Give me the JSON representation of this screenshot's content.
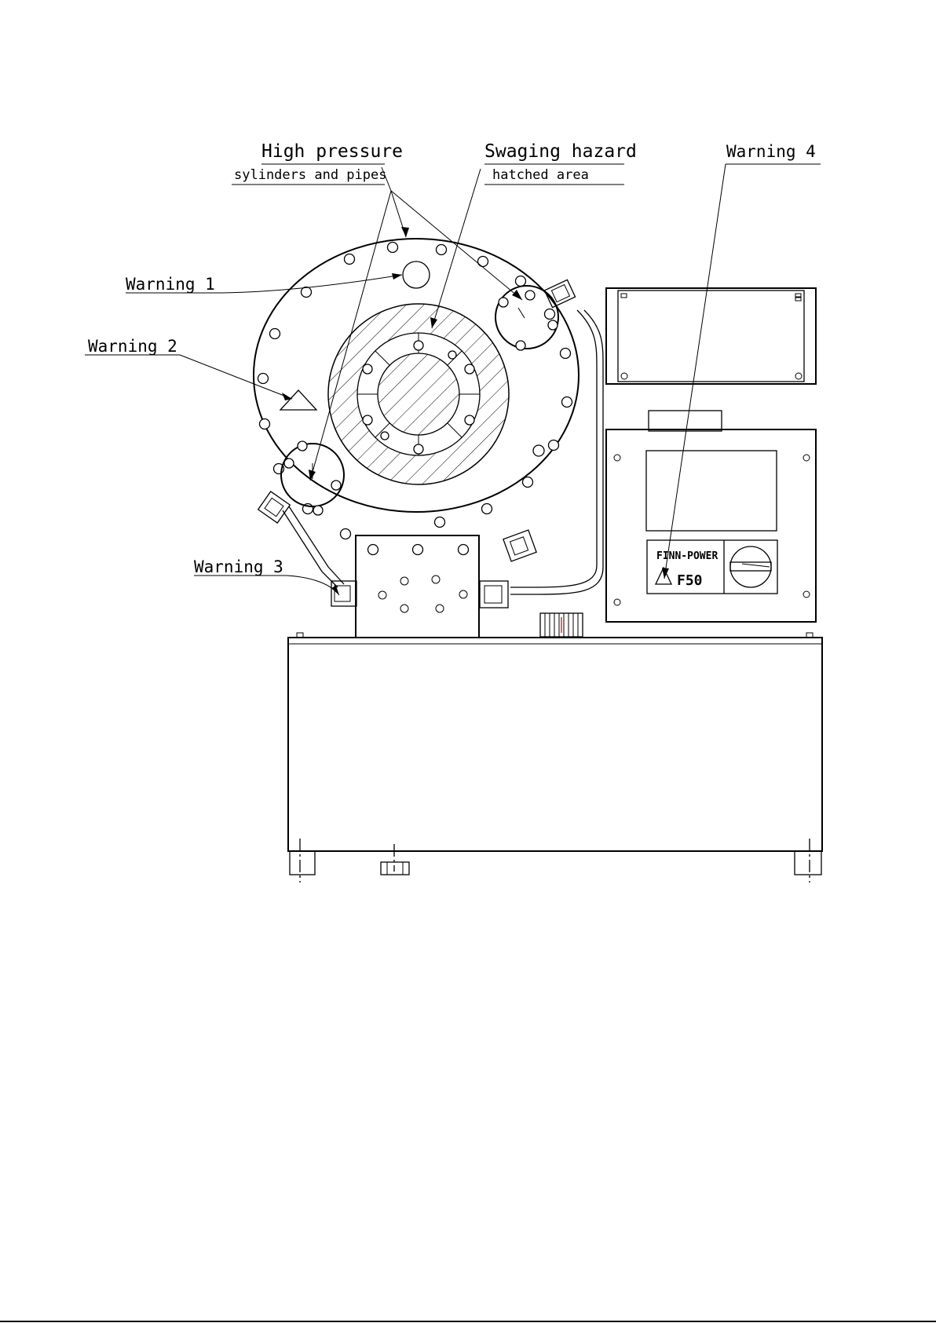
{
  "labels": {
    "high_pressure": "High pressure",
    "high_pressure_sub": "sylinders and pipes",
    "swaging_hazard": "Swaging hazard",
    "swaging_hazard_sub": "hatched area",
    "warning_1": "Warning 1",
    "warning_2": "Warning 2",
    "warning_3": "Warning 3",
    "warning_4": "Warning 4"
  },
  "nameplate": {
    "brand": "FINN-POWER",
    "model": "F50"
  }
}
